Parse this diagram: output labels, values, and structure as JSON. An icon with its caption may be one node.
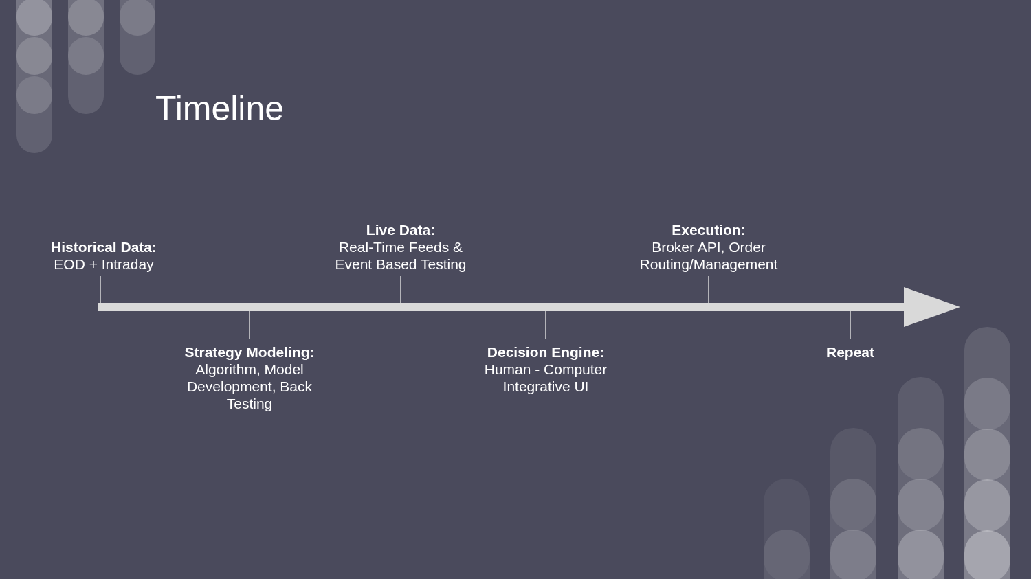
{
  "diagram": {
    "title": "Timeline",
    "nodes": [
      {
        "text": [
          "Historical Data:",
          "EOD + Intraday"
        ]
      },
      {
        "text": [
          "Strategy Modeling:",
          "Algorithm, Model Development, Back Testing"
        ]
      },
      {
        "text": [
          "Live Data:",
          "Real-Time Feeds & Event Based Testing"
        ]
      },
      {
        "text": [
          "Decision Engine:",
          "Human - Computer Integrative UI"
        ]
      },
      {
        "text": [
          "Execution:",
          "Broker API, Order Routing/Management"
        ]
      },
      {
        "text": [
          "Repeat"
        ]
      }
    ]
  }
}
